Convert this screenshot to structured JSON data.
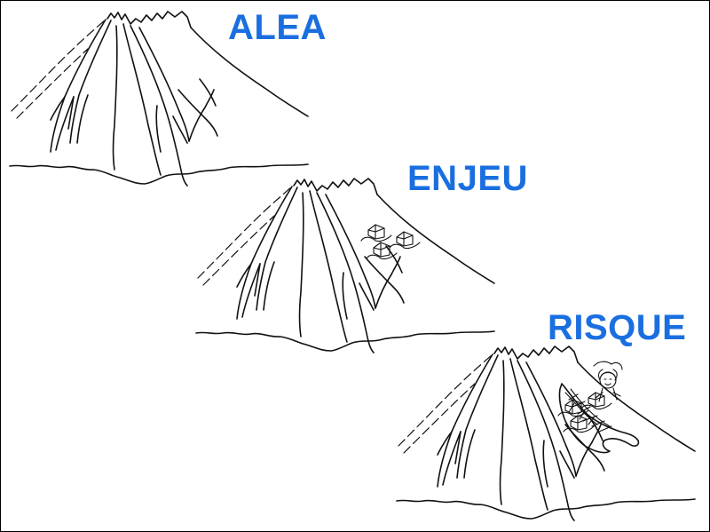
{
  "labels": {
    "alea": "ALEA",
    "enjeu": "ENJEU",
    "risque": "RISQUE"
  },
  "colors": {
    "label": "#1a6fe0",
    "ink": "#111111",
    "background": "#ffffff"
  },
  "panels": [
    {
      "id": "alea",
      "houses": 0,
      "eruption": false
    },
    {
      "id": "enjeu",
      "houses": 3,
      "eruption": false
    },
    {
      "id": "risque",
      "houses": 3,
      "eruption": true
    }
  ]
}
